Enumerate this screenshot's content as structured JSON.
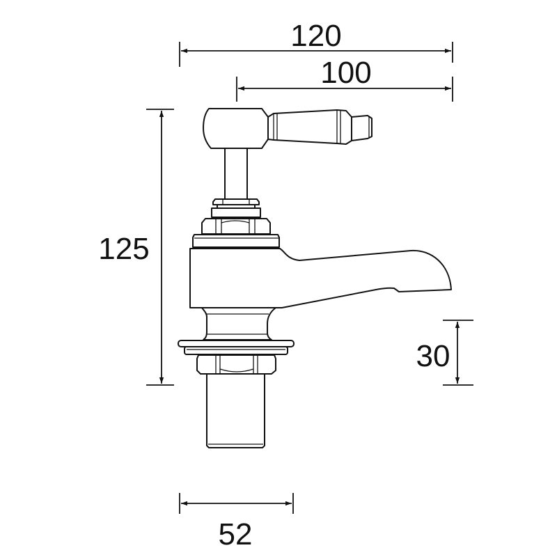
{
  "dimensions": {
    "overall_width": "120",
    "spout_reach": "100",
    "height": "125",
    "spout_clearance": "30",
    "base_diameter": "52"
  },
  "colors": {
    "line": "#111111",
    "background": "#ffffff"
  }
}
